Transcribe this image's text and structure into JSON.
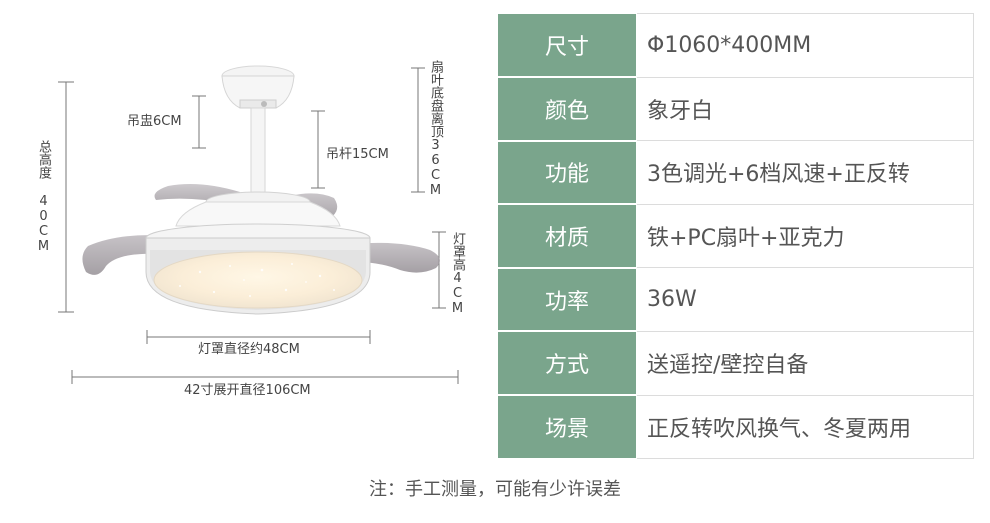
{
  "diagram": {
    "total_height_label": "总高度 40CM",
    "canopy_label": "吊盅6CM",
    "rod_label": "吊杆15CM",
    "blade_to_ceiling_label": "扇叶底盘离顶36CM",
    "shade_height_label": "灯罩高4CM",
    "shade_diameter_label": "灯罩直径约48CM",
    "span_label": "42寸展开直径106CM"
  },
  "specs": [
    {
      "label": "尺寸",
      "value": "Φ1060*400MM"
    },
    {
      "label": "颜色",
      "value": "象牙白"
    },
    {
      "label": "功能",
      "value": "3色调光+6档风速+正反转"
    },
    {
      "label": "材质",
      "value": "铁+PC扇叶+亚克力"
    },
    {
      "label": "功率",
      "value": "36W"
    },
    {
      "label": "方式",
      "value": "送遥控/壁控自备"
    },
    {
      "label": "场景",
      "value": "正反转吹风换气、冬夏两用"
    }
  ],
  "footer": {
    "note": "注：手工测量，可能有少许误差"
  },
  "colors": {
    "label_bg": "#7aa58c",
    "label_text": "#ffffff",
    "value_text": "#555555"
  }
}
